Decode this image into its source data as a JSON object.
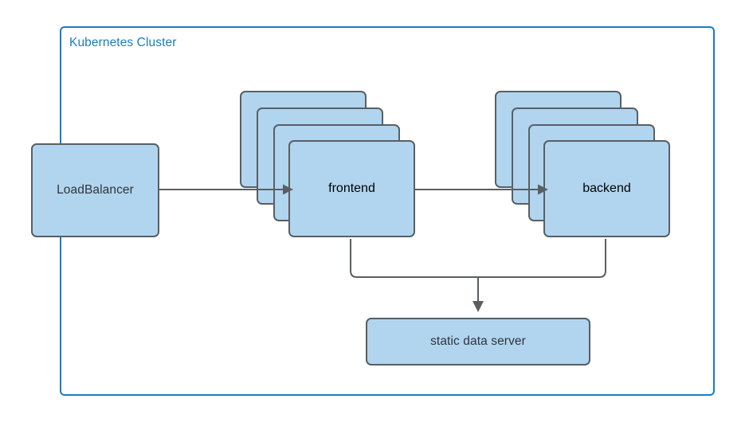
{
  "diagram": {
    "title": "Kubernetes Cluster",
    "boundary_label": "Kubernetes Cluster",
    "colors": {
      "cluster_border": "#1a7cc0",
      "cluster_label": "#1a7cc0",
      "node_fill": "#b1d5ef",
      "node_border": "#5a5f63",
      "node_text": "#30343a",
      "connector": "#5a5f63",
      "background": "#ffffff"
    },
    "nodes": [
      {
        "id": "loadbalancer",
        "label": "LoadBalancer",
        "shape": "rounded-rectangle",
        "replicas": 1,
        "inside_cluster": false
      },
      {
        "id": "frontend",
        "label": "frontend",
        "shape": "stacked-rounded-rectangle",
        "replicas": 4,
        "inside_cluster": true
      },
      {
        "id": "backend",
        "label": "backend",
        "shape": "stacked-rounded-rectangle",
        "replicas": 4,
        "inside_cluster": true
      },
      {
        "id": "static-data-server",
        "label": "static data server",
        "shape": "rounded-rectangle",
        "replicas": 1,
        "inside_cluster": true
      }
    ],
    "edges": [
      {
        "id": "lb-to-frontend",
        "from": "loadbalancer",
        "to": "frontend",
        "style": "straight",
        "arrow": "single"
      },
      {
        "id": "frontend-to-backend",
        "from": "frontend",
        "to": "backend",
        "style": "straight",
        "arrow": "single"
      },
      {
        "id": "frontend-to-static",
        "from": "frontend",
        "to": "static-data-server",
        "style": "orthogonal",
        "arrow": "single"
      },
      {
        "id": "backend-to-static",
        "from": "backend",
        "to": "static-data-server",
        "style": "orthogonal",
        "arrow": "single"
      }
    ],
    "stack_cards": [
      "1",
      "2",
      "3",
      "4"
    ]
  }
}
